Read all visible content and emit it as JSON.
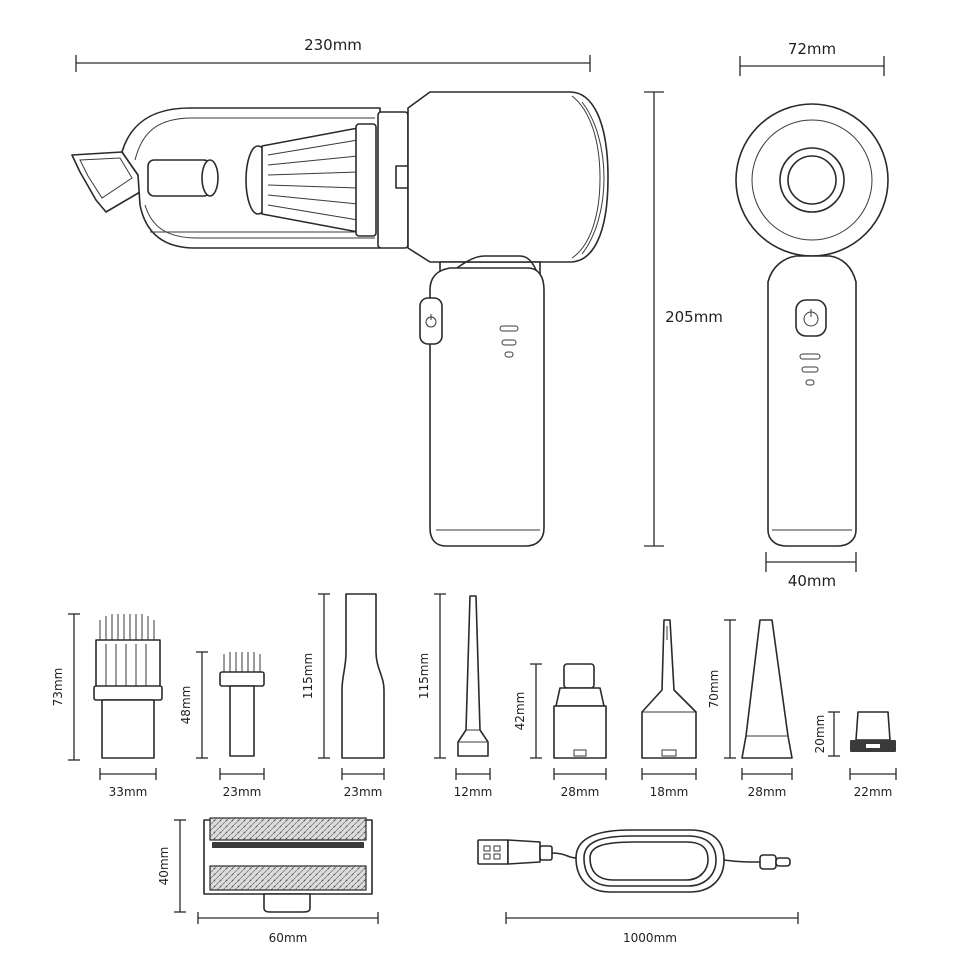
{
  "dimensions": {
    "main_length": "230mm",
    "side_width": "72mm",
    "height": "205mm",
    "handle_width": "40mm",
    "brush_large_height": "73mm",
    "brush_large_width": "33mm",
    "brush_small_height": "48mm",
    "brush_small_width": "23mm",
    "extension_tube_height": "115mm",
    "extension_tube_width": "23mm",
    "needle_nozzle_height": "115mm",
    "needle_nozzle_width": "12mm",
    "adapter_height": "42mm",
    "adapter_width": "28mm",
    "flat_nozzle_width": "18mm",
    "cone_nozzle_height": "70mm",
    "cone_nozzle_width": "28mm",
    "small_cap_height": "20mm",
    "small_cap_width": "22mm",
    "floor_brush_height": "40mm",
    "floor_brush_width": "60mm",
    "cable_length": "1000mm"
  },
  "icons": {
    "power": "power-icon",
    "usb": "usb-icon"
  },
  "colors": {
    "line": "#2a2a2a",
    "background": "#ffffff"
  }
}
